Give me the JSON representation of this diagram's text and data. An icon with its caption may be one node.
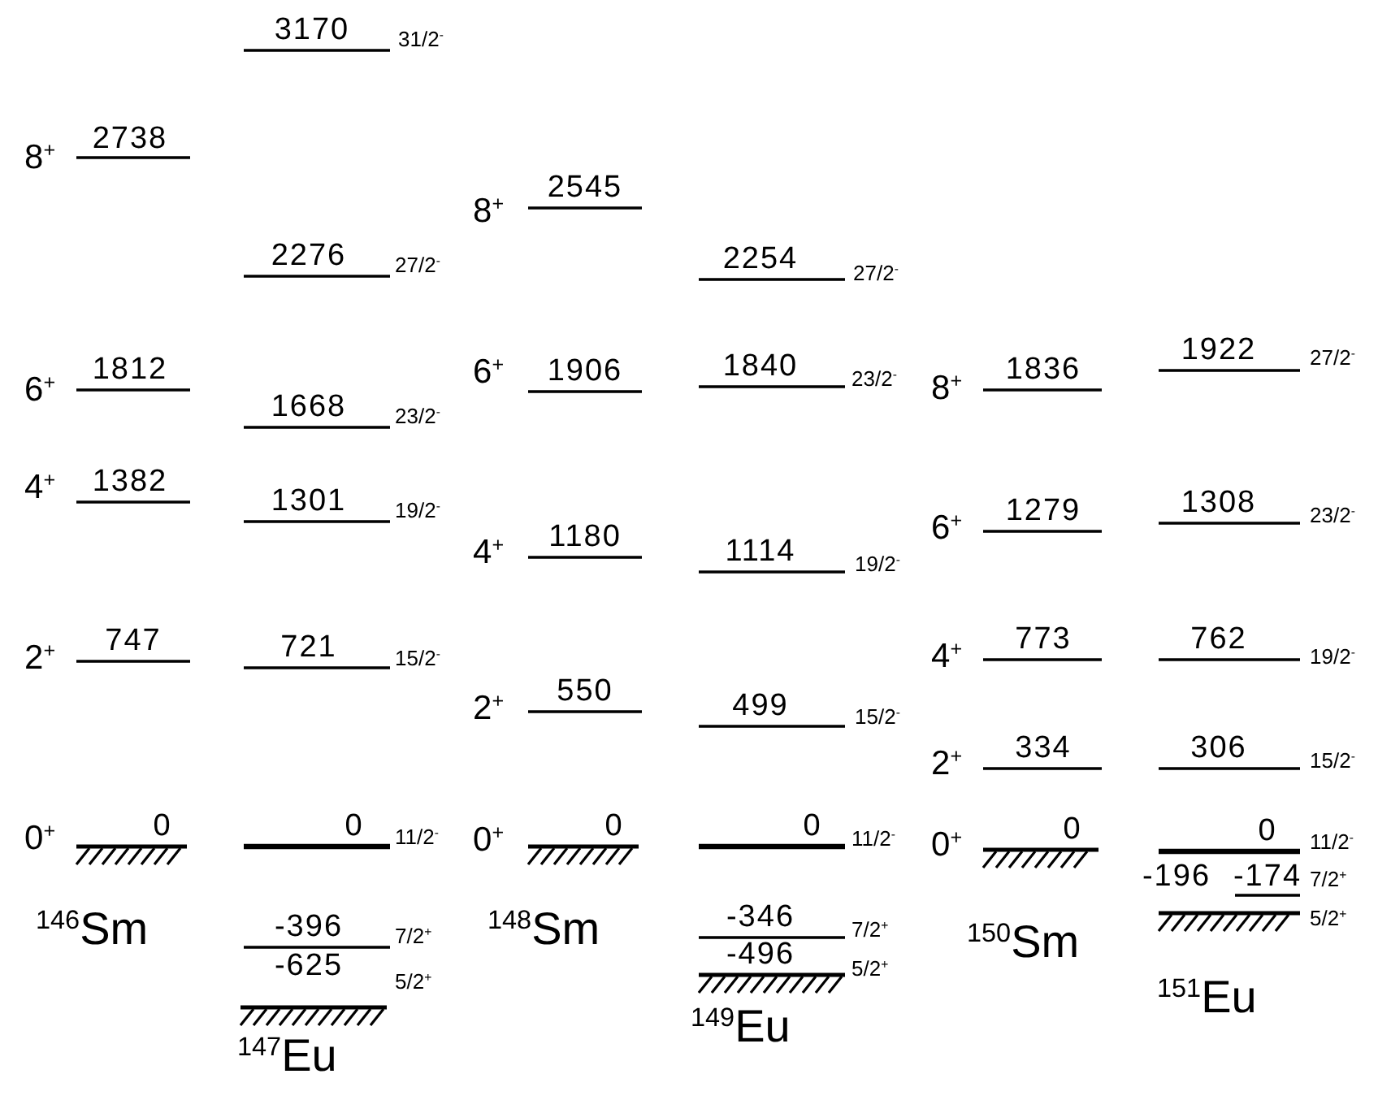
{
  "diagram": {
    "labels": [
      "8$^{+}$",
      "2738",
      "6$^{+}$",
      "1812",
      "4$^{+}$",
      "1382",
      "2$^{+}$",
      "747",
      "0$^{+}$",
      "0",
      "$^{146}$Sm",
      "3170",
      "31/2$^{-}$",
      "2276",
      "27/2$^{-}$",
      "1668",
      "23/2$^{-}$",
      "1301",
      "19/2$^{-}$",
      "721",
      "15/2$^{-}$",
      "0",
      "11/2$^{-}$",
      "-396",
      "7/2$^{+}$",
      "-625",
      "5/2$^{+}$",
      "$^{147}$Eu",
      "8$^{+}$",
      "2545",
      "6$^{+}$",
      "1906",
      "4$^{+}$",
      "1180",
      "2$^{+}$",
      "550",
      "0$^{+}$",
      "0",
      "$^{148}$Sm",
      "2254",
      "27/2$^{-}$",
      "1840",
      "23/2$^{-}$",
      "1114",
      "19/2$^{-}$",
      "499",
      "15/2$^{-}$",
      "0",
      "11/2$^{-}$",
      "-346",
      "7/2$^{+}$",
      "-496",
      "5/2$^{+}$",
      "$^{149}$Eu",
      "8$^{+}$",
      "1836",
      "6$^{+}$",
      "1279",
      "4$^{+}$",
      "773",
      "2$^{+}$",
      "334",
      "0$^{+}$",
      "0",
      "$^{150}$Sm",
      "1922",
      "27/2$^{-}$",
      "1308",
      "23/2$^{-}$",
      "762",
      "19/2$^{-}$",
      "306",
      "15/2$^{-}$",
      "0",
      "11/2$^{-}$",
      "-196",
      "-174",
      "7/2$^{+}$",
      "5/2$^{+}$",
      "$^{151}$Eu"
    ]
  }
}
